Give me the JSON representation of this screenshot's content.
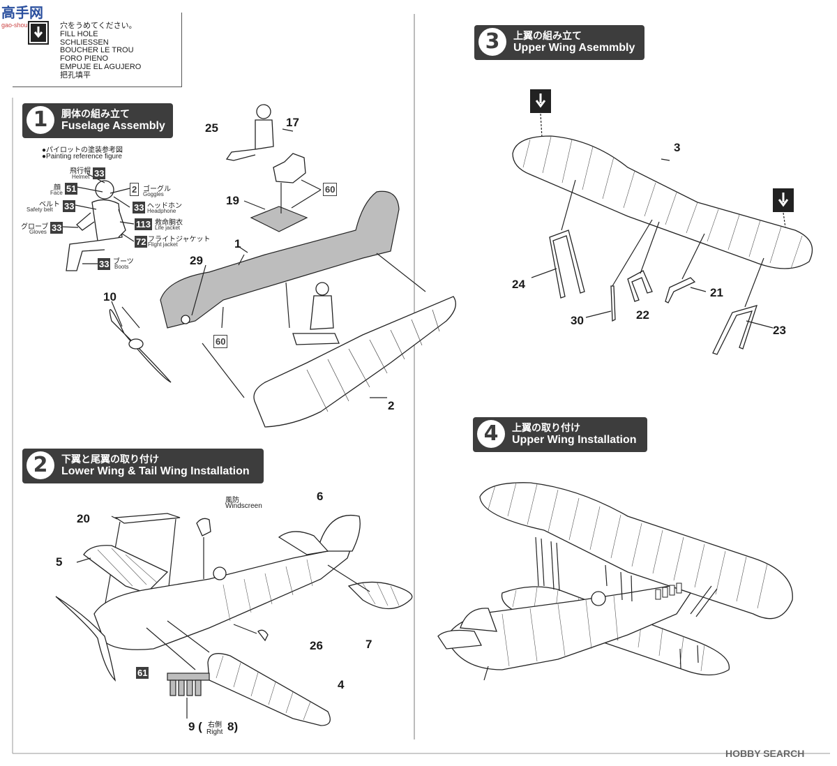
{
  "watermark_top": {
    "site": "高手网",
    "url": "gao-shou.com"
  },
  "watermark_bottom": "HOBBY SEARCH",
  "legend": {
    "lines": [
      "穴をうめてください。",
      "FILL HOLE",
      "SCHLIESSEN",
      "BOUCHER LE TROU",
      "FORO PIENO",
      "EMPUJE EL AGUJERO",
      "把孔填平"
    ]
  },
  "steps": {
    "s1": {
      "num": "1",
      "jp": "胴体の組み立て",
      "en": "Fuselage Assembly"
    },
    "s2": {
      "num": "2",
      "jp": "下翼と尾翼の取り付け",
      "en": "Lower Wing & Tail Wing Installation"
    },
    "s3": {
      "num": "3",
      "jp": "上翼の組み立て",
      "en": "Upper Wing Asemmbly"
    },
    "s4": {
      "num": "4",
      "jp": "上翼の取り付け",
      "en": "Upper Wing Installation"
    }
  },
  "pilot_ref": {
    "title_jp": "●パイロットの塗装参考図",
    "title_en": "●Painting reference figure",
    "items": [
      {
        "jp": "飛行帽",
        "en": "Helmet",
        "code": "33"
      },
      {
        "jp": "顔",
        "en": "Face",
        "code": "51"
      },
      {
        "jp": "ゴーグル",
        "en": "Goggles",
        "code": "2"
      },
      {
        "jp": "ベルト",
        "en": "Safety belt",
        "code": "33"
      },
      {
        "jp": "ヘッドホン",
        "en": "Headphone",
        "code": "33"
      },
      {
        "jp": "グローブ",
        "en": "Gloves",
        "code": "33"
      },
      {
        "jp": "救命胴衣",
        "en": "Life jacket",
        "code": "113"
      },
      {
        "jp": "フライトジャケット",
        "en": "Flight jacket",
        "code": "72"
      },
      {
        "jp": "ブーツ",
        "en": "Boots",
        "code": "33"
      }
    ]
  },
  "s1_parts": {
    "p25": "25",
    "p17": "17",
    "p19": "19",
    "p60a": "60",
    "p1": "1",
    "p29": "29",
    "p10": "10",
    "p60b": "60",
    "p2": "2"
  },
  "s2_parts": {
    "p20": "20",
    "p5": "5",
    "p6": "6",
    "p7": "7",
    "p26": "26",
    "p4": "4",
    "p61": "61",
    "p9": "9 (",
    "p8": "8)",
    "right_jp": "右側",
    "right_en": "Right",
    "windscreen_jp": "風防",
    "windscreen_en": "Windscreen"
  },
  "s3_parts": {
    "p3": "3",
    "p24": "24",
    "p30": "30",
    "p22": "22",
    "p21": "21",
    "p23": "23"
  }
}
